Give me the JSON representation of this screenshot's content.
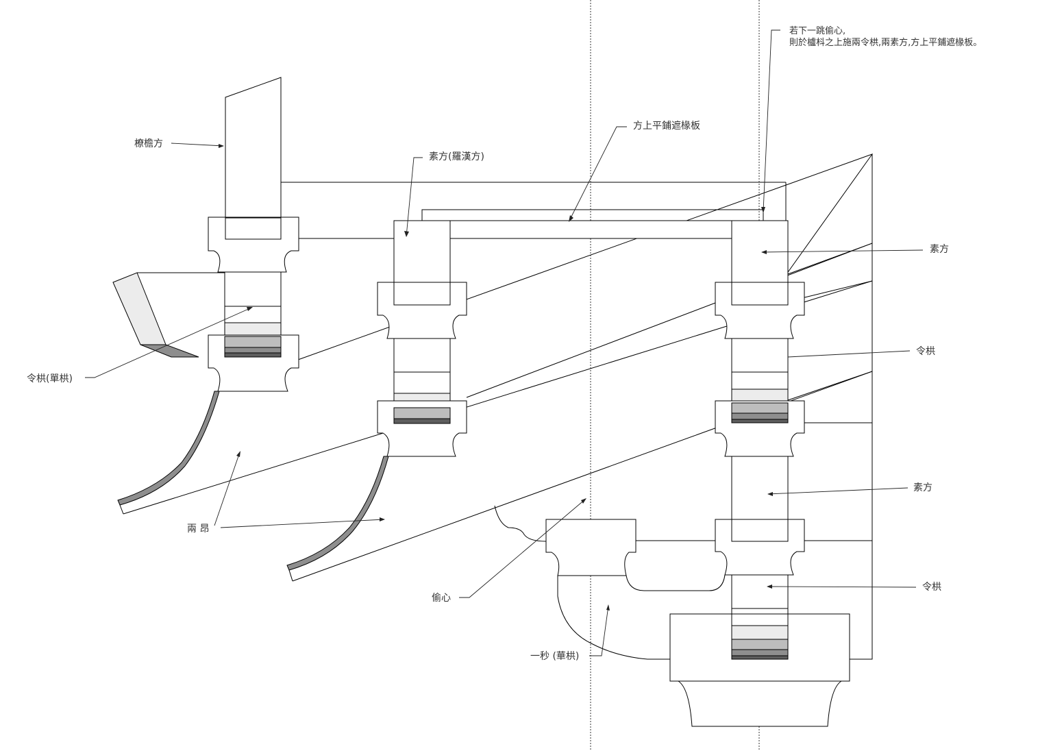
{
  "title": "Bracket set diagram with 偷心 (stolen heart) configuration",
  "note": {
    "line1": "若下一跳偷心,",
    "line2": "則於櫨枓之上施兩令栱,兩素方,方上平鋪遮椽板。"
  },
  "labels": {
    "liaoyanfang": "橑檐方",
    "sufang_luohan": "素方(羅漢方)",
    "pingpu_zhechuanban": "方上平鋪遮椽板",
    "sufang_upper": "素方",
    "linggong_upper": "令栱",
    "linggong_dangong": "令栱(單栱)",
    "liang_ang": "兩  昂",
    "sufang_lower": "素方",
    "linggong_lower": "令栱",
    "touxin": "偷心",
    "yichao_huagong": "一秒 (華栱)"
  },
  "colors": {
    "stroke": "#000000",
    "light_gray": "#ececec",
    "mid_gray": "#bdbdbd",
    "dark_gray": "#8e8e8e",
    "darkest_gray": "#5e5e5e"
  }
}
